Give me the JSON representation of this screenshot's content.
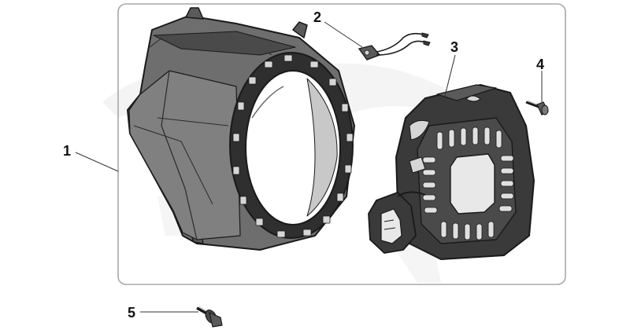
{
  "diagram": {
    "colors": {
      "frame": "#a8a8a8",
      "part_fill": "#6e6e6e",
      "part_dark": "#3a3a3a",
      "part_light": "#d6d6d6",
      "outline": "#1a1a1a",
      "watermark": "#ececec"
    },
    "callouts": [
      {
        "id": "1",
        "label": "1",
        "part": "fan-housing"
      },
      {
        "id": "2",
        "label": "2",
        "part": "sensor-with-wires"
      },
      {
        "id": "3",
        "label": "3",
        "part": "recoil-starter"
      },
      {
        "id": "4",
        "label": "4",
        "part": "bolt"
      },
      {
        "id": "5",
        "label": "5",
        "part": "flange-bolt"
      }
    ]
  }
}
